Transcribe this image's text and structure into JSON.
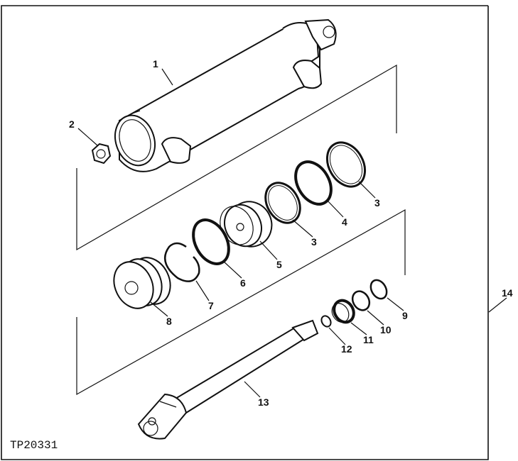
{
  "figure": {
    "id": "TP20331",
    "labels": {
      "l1": "1",
      "l2": "2",
      "l3a": "3",
      "l3b": "3",
      "l4": "4",
      "l5": "5",
      "l6": "6",
      "l7": "7",
      "l8": "8",
      "l9": "9",
      "l10": "10",
      "l11": "11",
      "l12": "12",
      "l13": "13",
      "l14": "14"
    }
  }
}
